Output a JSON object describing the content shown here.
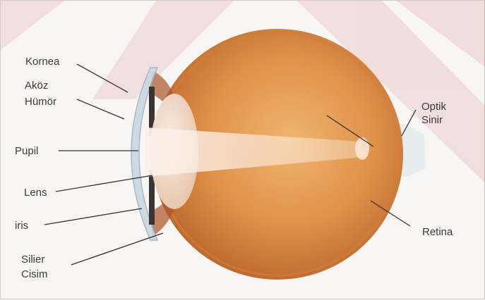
{
  "figure": {
    "labels": {
      "kornea": "Kornea",
      "akoz": "Aköz",
      "humor": "Hümör",
      "pupil": "Pupil",
      "lens": "Lens",
      "iris": "iris",
      "silier": "Silier",
      "cisim": "Cisim",
      "optik": "Optik",
      "sinir": "Sinir",
      "retina": "Retina"
    },
    "colors": {
      "eyeball": "#e0924a",
      "eyeball_shadow": "#c06a2a",
      "lens": "#f2e2d6",
      "cornea": "#c9d8e2",
      "iris": "#3b3433",
      "background_stripes": "#c43a3a",
      "leader_line": "#333333"
    }
  }
}
